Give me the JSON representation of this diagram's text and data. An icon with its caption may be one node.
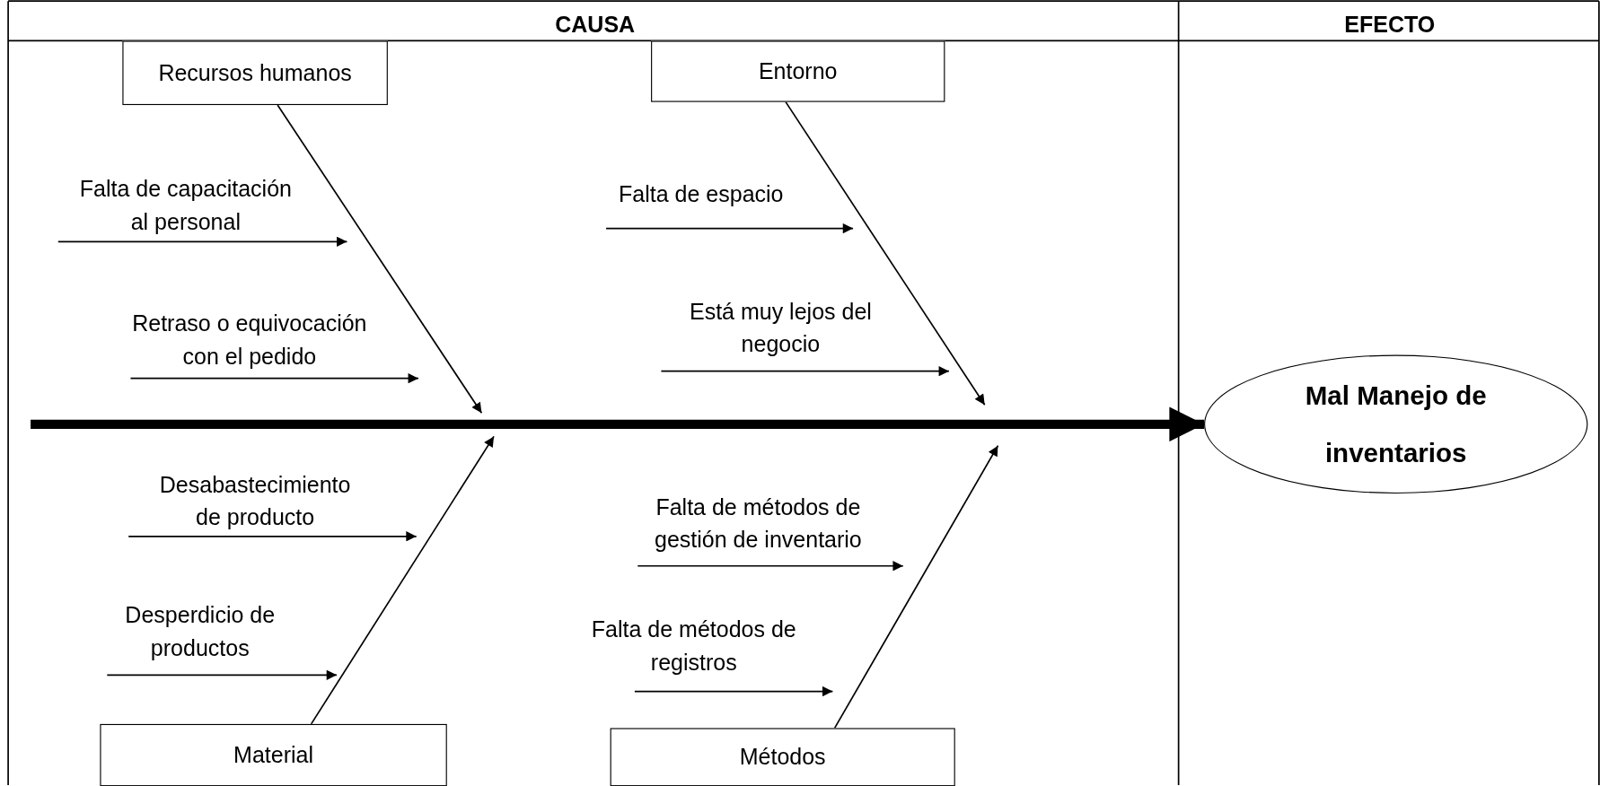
{
  "diagram": {
    "nodes": [
      {
        "text": [
          "Recursos humanos"
        ]
      },
      {
        "text": [
          "Entorno"
        ]
      },
      {
        "text": [
          "Material"
        ]
      },
      {
        "text": [
          "Métodos"
        ]
      },
      {
        "text": [
          "Falta de capacitación al personal"
        ]
      },
      {
        "text": [
          "Retraso o equivocación con el pedido"
        ]
      },
      {
        "text": [
          "Falta de espacio"
        ]
      },
      {
        "text": [
          "Está muy lejos del negocio"
        ]
      },
      {
        "text": [
          "Desabastecimiento de producto"
        ]
      },
      {
        "text": [
          "Desperdicio de productos"
        ]
      },
      {
        "text": [
          "Falta de métodos de gestión de inventario"
        ]
      },
      {
        "text": [
          "Falta de métodos de registros"
        ]
      },
      {
        "text": [
          "Mal Manejo de inventarios"
        ]
      }
    ],
    "edges": [
      {
        "from": 4,
        "to": null,
        "arrow": "to"
      },
      {
        "from": 5,
        "to": null,
        "arrow": "to"
      },
      {
        "from": 6,
        "to": null,
        "arrow": "to"
      },
      {
        "from": 7,
        "to": null,
        "arrow": "to"
      },
      {
        "from": 8,
        "to": null,
        "arrow": "to"
      },
      {
        "from": 9,
        "to": null,
        "arrow": "to"
      },
      {
        "from": 10,
        "to": null,
        "arrow": "to"
      },
      {
        "from": 11,
        "to": null,
        "arrow": "to"
      },
      {
        "from": 0,
        "to": null,
        "arrow": "to"
      },
      {
        "from": 1,
        "to": null,
        "arrow": "to"
      },
      {
        "from": 2,
        "to": null,
        "arrow": "to"
      },
      {
        "from": 3,
        "to": null,
        "arrow": "to"
      },
      {
        "from": null,
        "to": 12,
        "arrow": "to",
        "style": "thick"
      }
    ],
    "labels": [
      "CAUSA",
      "EFECTO"
    ]
  }
}
